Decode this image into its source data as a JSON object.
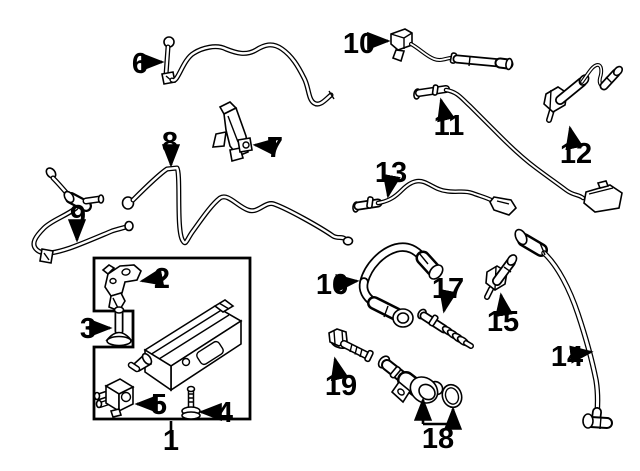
{
  "diagram": {
    "type": "exploded-parts-diagram",
    "background_color": "#ffffff",
    "line_color": "#000000",
    "label_color": "#000000",
    "callouts": [
      {
        "label": "1"
      },
      {
        "label": "2"
      },
      {
        "label": "3"
      },
      {
        "label": "4"
      },
      {
        "label": "5"
      },
      {
        "label": "6"
      },
      {
        "label": "7"
      },
      {
        "label": "8"
      },
      {
        "label": "9"
      },
      {
        "label": "10"
      },
      {
        "label": "11"
      },
      {
        "label": "12"
      },
      {
        "label": "13"
      },
      {
        "label": "14"
      },
      {
        "label": "15"
      },
      {
        "label": "16"
      },
      {
        "label": "17"
      },
      {
        "label": "18"
      },
      {
        "label": "19"
      }
    ]
  }
}
